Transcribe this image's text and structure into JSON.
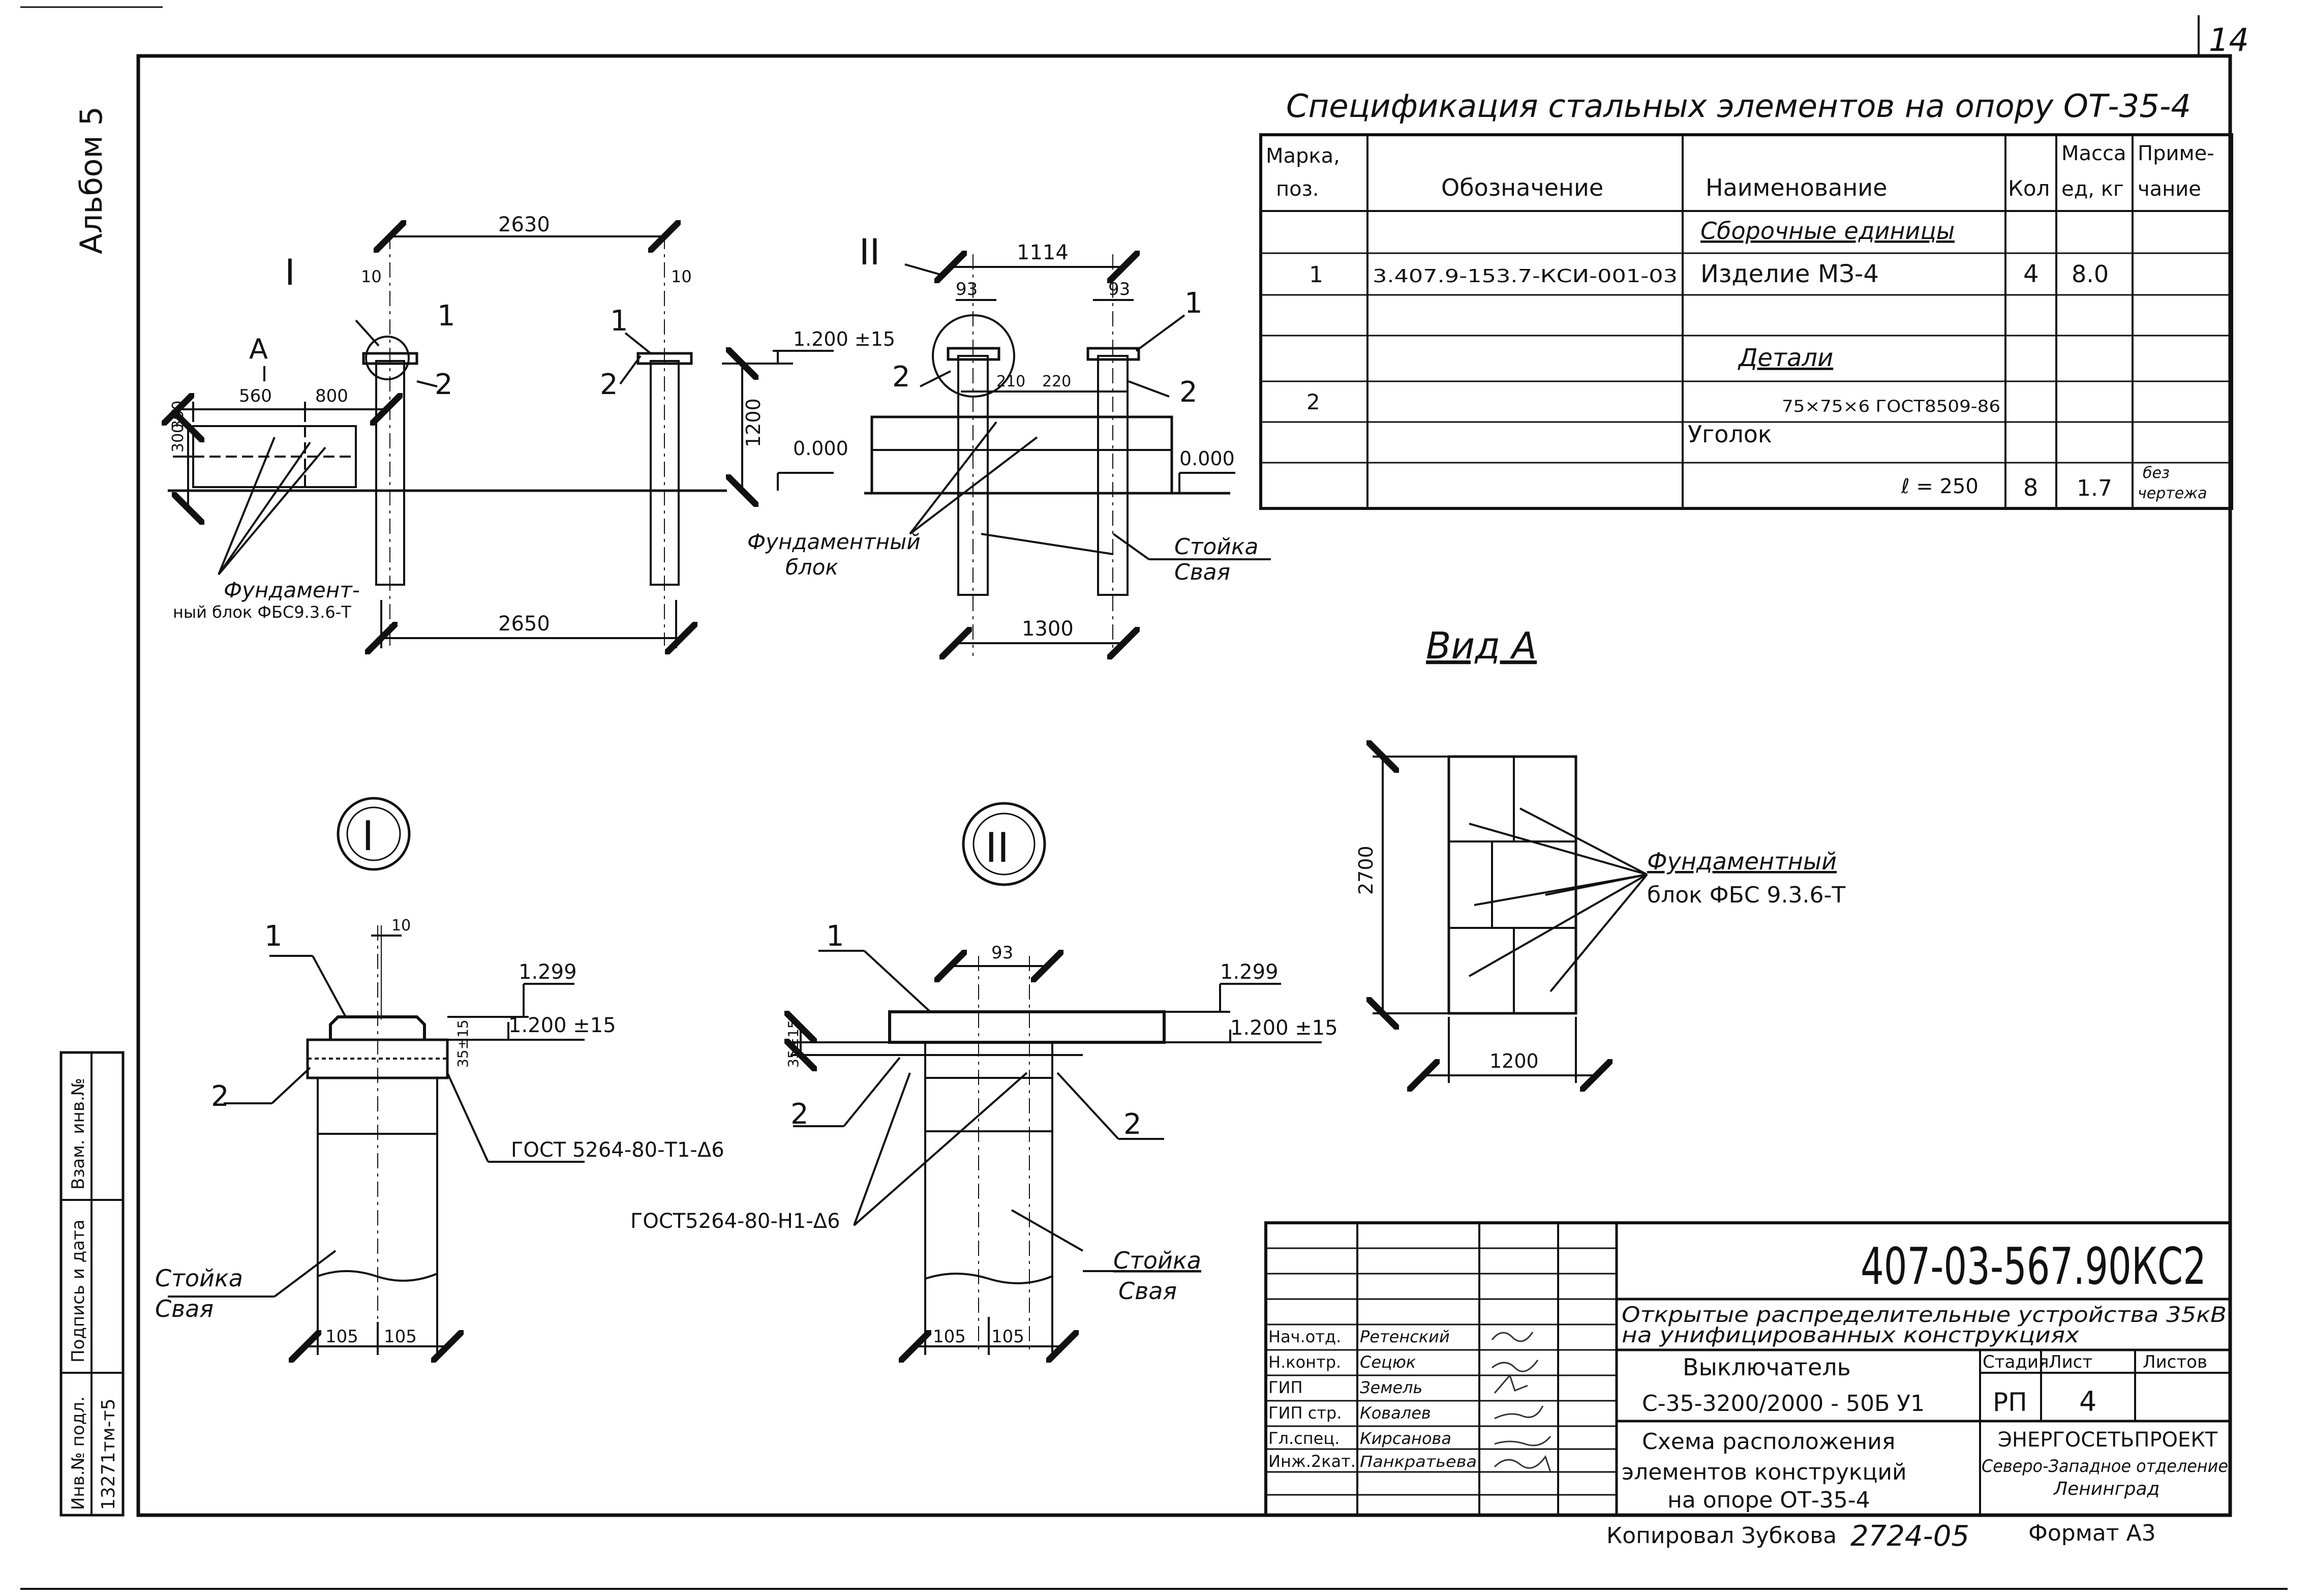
{
  "page_number": "14",
  "album": "Альбом 5",
  "spec": {
    "title": "Спецификация стальных элементов на опору ОТ-35-4",
    "headers": {
      "mark": [
        "Марка,",
        "поз."
      ],
      "designation": "Обозначение",
      "name": "Наименование",
      "qty": "Кол",
      "mass": [
        "Масса",
        "ед, кг"
      ],
      "note": [
        "Приме-",
        "чание"
      ]
    },
    "section_assembly": "Сборочные единицы",
    "section_parts": "Детали",
    "row1": {
      "mark": "1",
      "designation": "3.407.9-153.7-КСИ-001-03",
      "name": "Изделие МЗ-4",
      "qty": "4",
      "mass": "8.0",
      "note": ""
    },
    "row2": {
      "mark": "2",
      "name": "Уголок",
      "profile": "75×75×6 ГОСТ8509-86",
      "length": "ℓ = 250",
      "qty": "8",
      "mass": "1.7",
      "note": [
        "без",
        "чертежа"
      ]
    }
  },
  "plan_left": {
    "dim_top": "2630",
    "dim_bottom": "2650",
    "dim_10a": "10",
    "dim_10b": "10",
    "dim_560": "560",
    "dim_800": "800",
    "dim_300": "300",
    "dim_300b": "300",
    "node": "I",
    "view_label": "А",
    "pos1a": "1",
    "pos1b": "1",
    "pos2a": "2",
    "pos2b": "2",
    "level_top": "1.200 ±15",
    "level_zero": "0.000",
    "height": "1200",
    "block_label": [
      "Фундамент-",
      "ный блок ФБС9.3.6-Т"
    ]
  },
  "plan_right": {
    "dim_top": "1114",
    "dim_93a": "93",
    "dim_93b": "93",
    "dim_210": "210",
    "dim_220": "220",
    "dim_bottom": "1300",
    "node": "II",
    "level_zero": "0.000",
    "pos1": "1",
    "pos2a": "2",
    "pos2b": "2",
    "block_label": [
      "Фундаментный",
      "блок"
    ],
    "pile_label": [
      "Стойка",
      "Свая"
    ]
  },
  "view_a": {
    "title": "Вид А",
    "height": "2700",
    "width": "1200",
    "block_label": [
      "Фундаментный",
      "блок ФБС 9.3.6-Т"
    ]
  },
  "detail_1": {
    "roman": "I",
    "dim_top": "10",
    "pos1": "1",
    "pos2": "2",
    "level_a": "1.299",
    "level_b": "1.200 ±15",
    "dim_35": "35±15",
    "weld": "ГОСТ 5264-80-Т1-Δ6",
    "pile_label": [
      "Стойка",
      "Свая"
    ],
    "dim_105a": "105",
    "dim_105b": "105"
  },
  "detail_2": {
    "roman": "II",
    "dim_top": "93",
    "pos1": "1",
    "pos2a": "2",
    "pos2b": "2",
    "level_a": "1.299",
    "level_b": "1.200 ±15",
    "dim_35": "35±15",
    "weld": "ГОСТ5264-80-Н1-Δ6",
    "pile_label": [
      "Стойка",
      "Свая"
    ],
    "dim_105a": "105",
    "dim_105b": "105"
  },
  "title_block": {
    "code": "407-03-567.90КС2",
    "project": [
      "Открытые распределительные устройства 35кВ",
      "на унифицированных конструкциях"
    ],
    "object": [
      "Выключатель",
      "С-35-3200/2000 - 50Б У1"
    ],
    "sheet_title": [
      "Схема расположения",
      "элементов конструкций",
      "на опоре ОТ-35-4"
    ],
    "stage_header": "Стадия",
    "sheet_header": "Лист",
    "sheets_header": "Листов",
    "stage": "РП",
    "sheet": "4",
    "org": [
      "ЭНЕРГОСЕТЬПРОЕКТ",
      "Северо-Западное отделение",
      "Ленинград"
    ],
    "roles": [
      "Нач.отд.",
      "Н.контр.",
      "ГИП",
      "ГИП стр.",
      "Гл.спец.",
      "Инж.2кат."
    ],
    "names": [
      "Ретенский",
      "Сецюк",
      "Земель",
      "Ковалев",
      "Кирсанова",
      "Панкратьева"
    ]
  },
  "side_stamp": {
    "inv_label": "Инв.№ подл.",
    "inv_value": "13271тм-т5",
    "sign_label": "Подпись и дата",
    "replace_label": "Взам. инв.№"
  },
  "footer": {
    "copied": "Копировал Зубкова",
    "number": "2724-05",
    "format": "Формат А3"
  }
}
